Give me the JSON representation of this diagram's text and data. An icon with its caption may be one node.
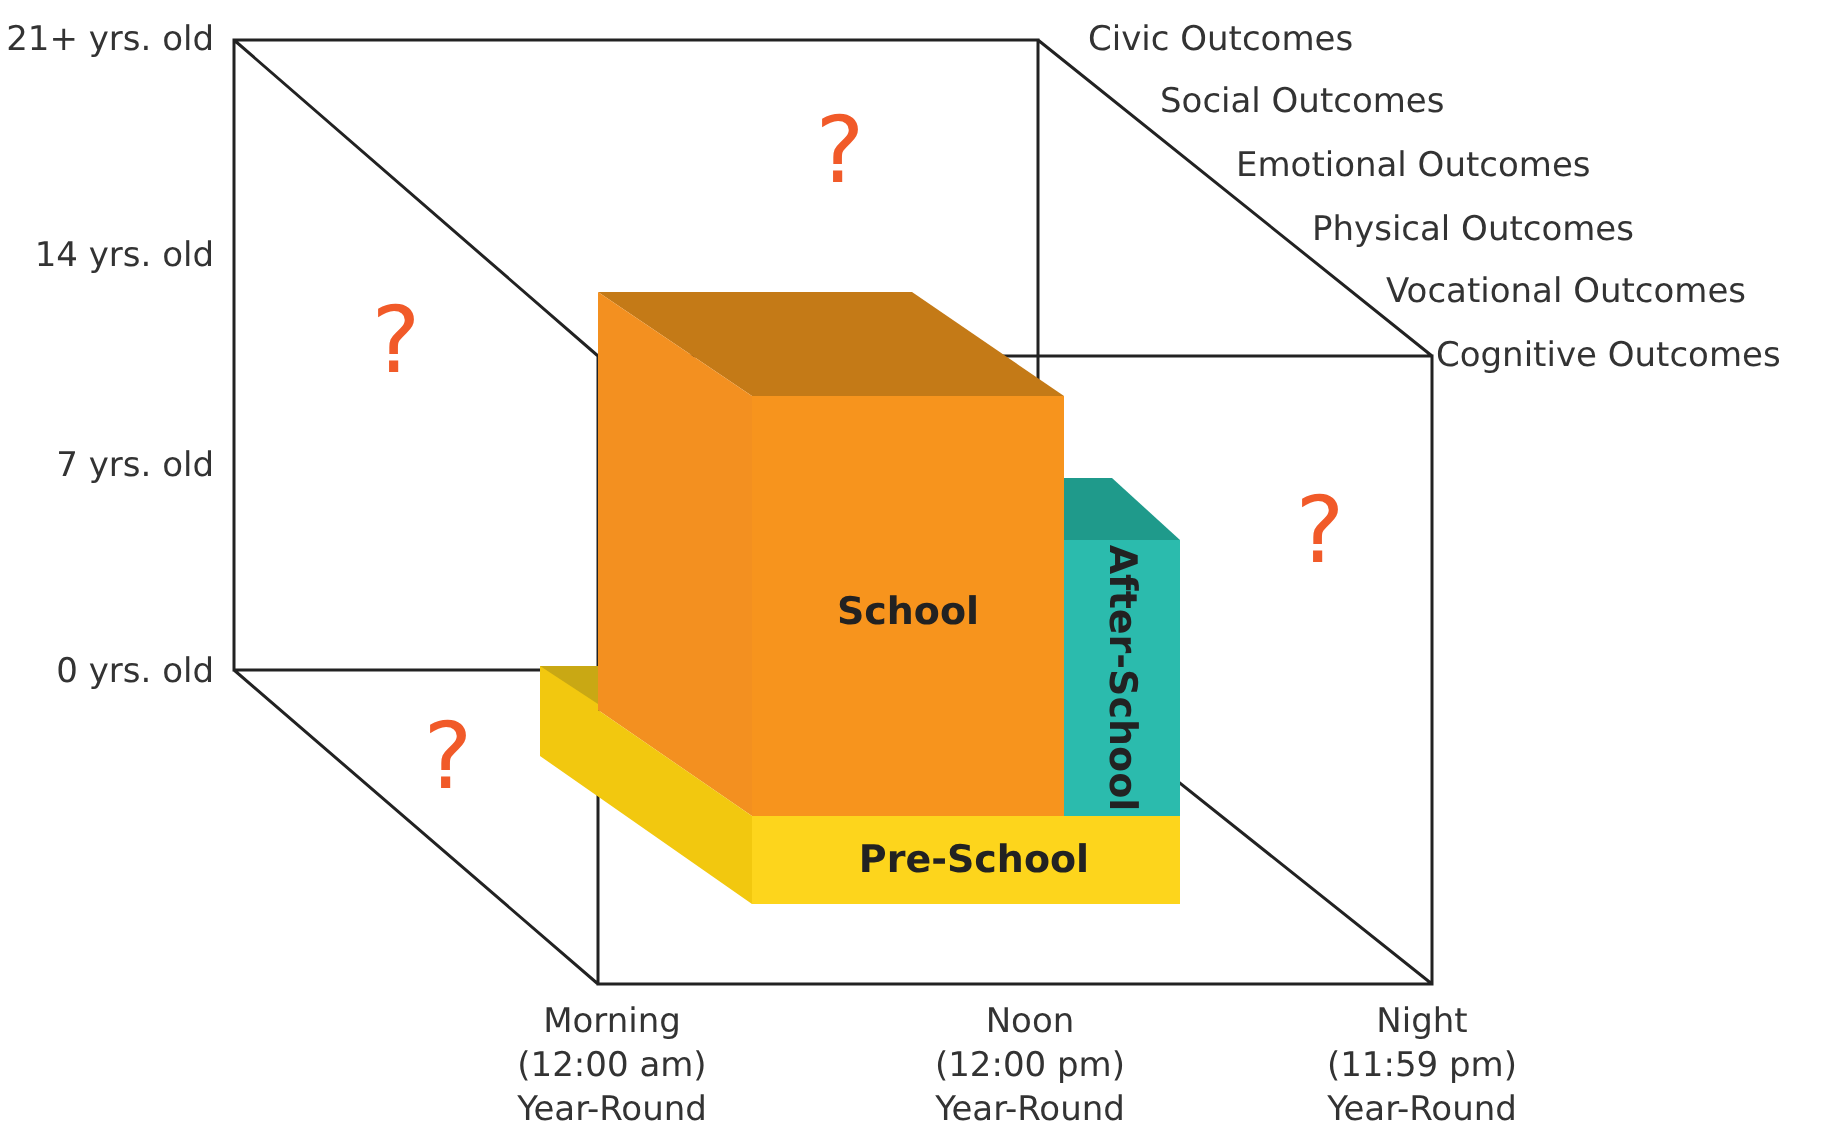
{
  "diagram": {
    "nodes": [
      {
        "text": [
          "School"
        ]
      },
      {
        "text": [
          "After-School"
        ]
      },
      {
        "text": [
          "Pre-School"
        ]
      }
    ],
    "labels": [
      "21+ yrs. old",
      "14 yrs. old",
      "7 yrs. old",
      "0 yrs. old",
      "Civic Outcomes",
      "Social Outcomes",
      "Emotional Outcomes",
      "Physical Outcomes",
      "Vocational Outcomes",
      "Cognitive Outcomes",
      "?",
      "?",
      "?",
      "?",
      "Morning (12:00 am) Year-Round",
      "Noon (12:00 pm) Year-Round",
      "Night (11:59 pm) Year-Round"
    ]
  }
}
